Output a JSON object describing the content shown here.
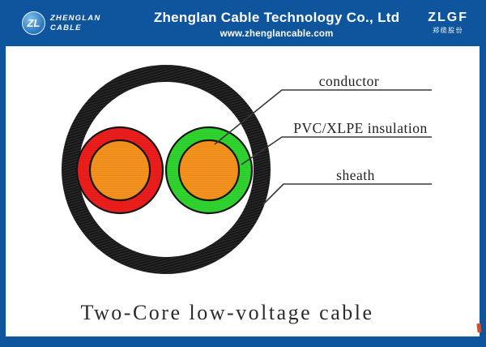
{
  "header": {
    "bg_color": "#0f559e",
    "logo": {
      "monogram": "ZL",
      "name_line1": "ZHENGLAN",
      "name_line2": "CABLE"
    },
    "title": "Zhenglan Cable Technology Co., Ltd",
    "website": "www.zhenglancable.com",
    "right_logo": {
      "text": "ZLGF",
      "subtext": "郑缆股份"
    }
  },
  "diagram": {
    "type": "cable-cross-section",
    "labels": {
      "conductor": "conductor",
      "insulation": "PVC/XLPE insulation",
      "sheath": "sheath"
    },
    "colors": {
      "sheath": "#161616",
      "left_core_insulation": "#ee1e1c",
      "right_core_insulation": "#30d62f",
      "conductor": "#f7941e",
      "leader_line": "#383838"
    }
  },
  "caption": "Two-Core low-voltage cable"
}
